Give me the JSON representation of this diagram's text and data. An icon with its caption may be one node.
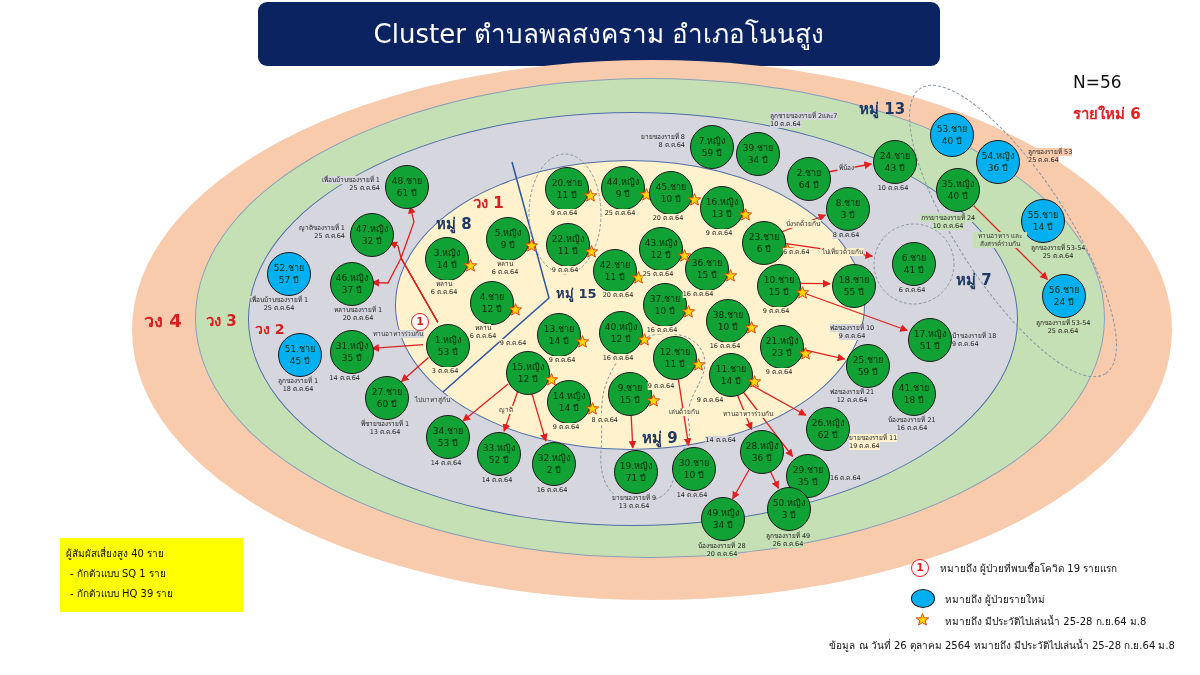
{
  "diagram": {
    "title": "Cluster ตำบลพลสงคราม อำเภอโนนสูง",
    "nodes": [
      {
        "text": [
          "วง 4"
        ]
      },
      {
        "text": [
          "วง 3"
        ],
        "in": 0
      },
      {
        "text": [
          "วง 2"
        ],
        "in": 1
      },
      {
        "text": [
          "วง 1"
        ],
        "in": 2
      },
      {
        "text": [
          "หมู่ 13"
        ],
        "in": 1
      },
      {
        "text": [
          "หมู่ 7"
        ],
        "in": 2
      },
      {
        "text": [
          "หมู่ 9"
        ],
        "in": 2
      },
      {
        "text": [
          "ผู้สัมผัสเสี่ยงสูง 40 ราย",
          "- กักตัวแบบ SQ 1 ราย",
          "- กักตัวแบบ HQ 39 ราย"
        ]
      },
      {
        "text": [
          "1.หญิง",
          "53 ปี"
        ],
        "in": 3,
        "beside": [
          "3 ต.ค.64"
        ]
      },
      {
        "text": [
          "2.ชาย",
          "64 ปี"
        ],
        "in": 3
      },
      {
        "text": [
          "3.หญิง",
          "14 ปี"
        ],
        "in": 3,
        "beside": [
          "หลาน",
          "6 ต.ค.64"
        ]
      },
      {
        "text": [
          "4.ชาย",
          "12 ปี"
        ],
        "in": 3,
        "beside": [
          "หลาน",
          "6 ต.ค.64"
        ]
      },
      {
        "text": [
          "5.หญิง",
          "9 ปี"
        ],
        "in": 3,
        "beside": [
          "หลาน",
          "6 ต.ค.64"
        ]
      },
      {
        "text": [
          "6.ชาย",
          "41 ปี"
        ],
        "in": 5,
        "beside": [
          "6 ต.ค.64"
        ]
      },
      {
        "text": [
          "7.หญิง",
          "59 ปี"
        ],
        "in": 2,
        "beside": [
          "ยายของรายที่ 8",
          "8 ต.ค.64"
        ]
      },
      {
        "text": [
          "8.ชาย",
          "3 ปี"
        ],
        "in": 2,
        "beside": [
          "8 ต.ค.64"
        ]
      },
      {
        "text": [
          "9.ชาย",
          "15 ปี"
        ],
        "beside": [
          "8 ต.ค.64"
        ]
      },
      {
        "text": [
          "10.ชาย",
          "15 ปี"
        ],
        "in": 3,
        "beside": [
          "9 ต.ค.64"
        ]
      },
      {
        "text": [
          "11.ชาย",
          "14 ปี"
        ],
        "in": 3,
        "beside": [
          "9 ต.ค.64"
        ]
      },
      {
        "text": [
          "12.ชาย",
          "11 ปี"
        ],
        "beside": [
          "9 ต.ค.64"
        ]
      },
      {
        "text": [
          "13.ชาย",
          "14 ปี"
        ],
        "in": 3,
        "beside": [
          "9 ต.ค.64"
        ]
      },
      {
        "text": [
          "14.หญิง",
          "14 ปี"
        ],
        "in": 3,
        "beside": [
          "9 ต.ค.64"
        ]
      },
      {
        "text": [
          "15.หญิง",
          "12 ปี"
        ],
        "in": 3,
        "beside": [
          "9 ต.ค.64"
        ]
      },
      {
        "text": [
          "16.หญิง",
          "13 ปี"
        ],
        "in": 3,
        "beside": [
          "9 ต.ค.64"
        ]
      },
      {
        "text": [
          "17.หญิง",
          "51 ปี"
        ],
        "in": 2,
        "beside": [
          "ป้าของรายที่ 18",
          "9 ต.ค.64"
        ]
      },
      {
        "text": [
          "18.ชาย",
          "55 ปี"
        ],
        "in": 2,
        "beside": [
          "พ่อของรายที่ 10",
          "9 ต.ค.64"
        ]
      },
      {
        "text": [
          "19.หญิง",
          "71 ปี"
        ],
        "in": 6,
        "beside": [
          "ยายของรายที่ 9",
          "13 ต.ค.64"
        ]
      },
      {
        "text": [
          "20.ชาย",
          "11 ปี"
        ],
        "in": 3,
        "beside": [
          "9 ต.ค.64"
        ]
      },
      {
        "text": [
          "21.หญิง",
          "23 ปี"
        ],
        "in": 3,
        "beside": [
          "9 ต.ค.64"
        ]
      },
      {
        "text": [
          "22.หญิง",
          "11 ปี"
        ],
        "in": 3,
        "beside": [
          "9 ต.ค.64"
        ]
      },
      {
        "text": [
          "23.ชาย",
          "6 ปี"
        ],
        "in": 3,
        "beside": [
          "6 ต.ค.64"
        ]
      },
      {
        "text": [
          "24.ชาย",
          "43 ปี"
        ],
        "in": 2,
        "beside": [
          "10 ต.ค.64"
        ]
      },
      {
        "text": [
          "25.ชาย",
          "59 ปี"
        ],
        "in": 2,
        "beside": [
          "พ่อของรายที่ 21",
          "12 ต.ค.64"
        ]
      },
      {
        "text": [
          "26.หญิง",
          "62 ปี"
        ],
        "in": 3,
        "beside": [
          "ยายของรายที่ 11",
          "19 ต.ค.64"
        ]
      },
      {
        "text": [
          "27.ชาย",
          "60 ปี"
        ],
        "in": 2,
        "beside": [
          "พี่ชายของรายที่ 1",
          "13 ต.ค.64"
        ]
      },
      {
        "text": [
          "28.หญิง",
          "36 ปี"
        ],
        "in": 2,
        "beside": [
          "14 ต.ค.64"
        ]
      },
      {
        "text": [
          "29.ชาย",
          "35 ปี"
        ],
        "in": 2,
        "beside": [
          "16 ต.ค.64"
        ]
      },
      {
        "text": [
          "30.ชาย",
          "10 ปี"
        ],
        "in": 2,
        "beside": [
          "14 ต.ค.64"
        ]
      },
      {
        "text": [
          "31.หญิง",
          "35 ปี"
        ],
        "in": 2,
        "beside": [
          "14 ต.ค.64"
        ]
      },
      {
        "text": [
          "32.หญิง",
          "2 ปี"
        ],
        "in": 2,
        "beside": [
          "16 ต.ค.64"
        ]
      },
      {
        "text": [
          "33.หญิง",
          "52 ปี"
        ],
        "in": 2,
        "beside": [
          "14 ต.ค.64"
        ]
      },
      {
        "text": [
          "34.ชาย",
          "53 ปี"
        ],
        "in": 2,
        "beside": [
          "14 ต.ค.64"
        ]
      },
      {
        "text": [
          "35.หญิง",
          "40 ปี"
        ],
        "beside": [
          "ภรรยาของรายที่ 24",
          "10 ต.ค.64"
        ]
      },
      {
        "text": [
          "36.ชาย",
          "15 ปี"
        ],
        "in": 3,
        "beside": [
          "16 ต.ค.64"
        ]
      },
      {
        "text": [
          "37.ชาย",
          "10 ปี"
        ],
        "in": 3,
        "beside": [
          "16 ต.ค.64"
        ]
      },
      {
        "text": [
          "38.ชาย",
          "10 ปี"
        ],
        "in": 3,
        "beside": [
          "16 ต.ค.64"
        ]
      },
      {
        "text": [
          "39.ชาย",
          "34 ปี"
        ],
        "in": 2,
        "beside": [
          "ลูกชายของรายที่ 2และ7",
          "10 ต.ค.64"
        ]
      },
      {
        "text": [
          "40.หญิง",
          "12 ปี"
        ],
        "in": 3,
        "beside": [
          "16 ต.ค.64"
        ]
      },
      {
        "text": [
          "41.ชาย",
          "18 ปี"
        ],
        "in": 2,
        "beside": [
          "น้องของรายที่ 21",
          "16 ต.ค.64"
        ]
      },
      {
        "text": [
          "42.ชาย",
          "11 ปี"
        ],
        "in": 3,
        "beside": [
          "20 ต.ค.64"
        ]
      },
      {
        "text": [
          "43.หญิง",
          "12 ปี"
        ],
        "in": 3,
        "beside": [
          "25 ต.ค.64"
        ]
      },
      {
        "text": [
          "44.หญิง",
          "9 ปี"
        ],
        "in": 3,
        "beside": [
          "25 ต.ค.64"
        ]
      },
      {
        "text": [
          "45.ชาย",
          "10 ปี"
        ],
        "in": 3,
        "beside": [
          "20 ต.ค.64"
        ]
      },
      {
        "text": [
          "46.หญิง",
          "37 ปี"
        ],
        "in": 2,
        "beside": [
          "หลานของรายที่ 1",
          "20 ต.ค.64"
        ]
      },
      {
        "text": [
          "47.หญิง",
          "32 ปี"
        ],
        "in": 2,
        "beside": [
          "ญาติของรายที่ 1",
          "25 ต.ค.64"
        ]
      },
      {
        "text": [
          "48.ชาย",
          "61 ปี"
        ],
        "in": 2,
        "beside": [
          "เพื่อนบ้านของรายที่ 1",
          "25 ต.ค.64"
        ]
      },
      {
        "text": [
          "49.หญิง",
          "34 ปี"
        ],
        "in": 1,
        "beside": [
          "น้องของรายที่ 28",
          "20 ต.ค.64"
        ]
      },
      {
        "text": [
          "50.หญิง",
          "3 ปี"
        ],
        "in": 1,
        "beside": [
          "ลูกของรายที่ 49",
          "26 ต.ค.64"
        ]
      },
      {
        "text": [
          "51.ชาย",
          "45 ปี"
        ],
        "in": 2,
        "beside": [
          "ลูกของรายที่ 1",
          "18 ต.ค.64"
        ]
      },
      {
        "text": [
          "52.ชาย",
          "57 ปี"
        ],
        "in": 2,
        "beside": [
          "เพื่อนบ้านของรายที่ 1",
          "25 ต.ค.64"
        ]
      },
      {
        "text": [
          "53.ชาย",
          "40 ปี"
        ]
      },
      {
        "text": [
          "54.หญิง",
          "36 ปี"
        ],
        "beside": [
          "ลูกของรายที่ 53",
          "25 ต.ค.64"
        ]
      },
      {
        "text": [
          "55.ชาย",
          "14 ปี"
        ],
        "in": 4,
        "beside": [
          "ลูกของรายที่ 53-54",
          "25 ต.ค.64"
        ]
      },
      {
        "text": [
          "56.ชาย",
          "24 ปี"
        ],
        "in": 4,
        "beside": [
          "ลูกของรายที่ 53-54",
          "25 ต.ค.64"
        ]
      }
    ],
    "edges": [
      {
        "from": 8,
        "to": 38,
        "arrow": "to",
        "label": "ทานอาหารร่วมกัน"
      },
      {
        "from": 8,
        "to": 34,
        "arrow": "to",
        "label": "ไปมาหาสู่กัน"
      },
      {
        "from": 8,
        "to": 55,
        "arrow": "to"
      },
      {
        "from": 8,
        "to": 54,
        "arrow": "to"
      },
      {
        "from": 8,
        "to": 53,
        "arrow": "to"
      },
      {
        "from": 22,
        "to": 41,
        "arrow": "to"
      },
      {
        "from": 22,
        "to": 40,
        "arrow": "to",
        "label": "ญาติ"
      },
      {
        "from": 22,
        "to": 39,
        "arrow": "to"
      },
      {
        "from": 16,
        "to": 26,
        "arrow": "to"
      },
      {
        "from": 19,
        "to": 37,
        "arrow": "to",
        "label": "เล่นด้วยกัน"
      },
      {
        "from": 18,
        "to": 33,
        "arrow": "to"
      },
      {
        "from": 18,
        "to": 35,
        "arrow": "to",
        "label": "ทานอาหารร่วมกัน"
      },
      {
        "from": 18,
        "to": 36,
        "arrow": "to"
      },
      {
        "from": 35,
        "to": 56,
        "arrow": "to"
      },
      {
        "from": 35,
        "to": 57,
        "arrow": "to"
      },
      {
        "from": 28,
        "to": 32,
        "arrow": "to"
      },
      {
        "from": 17,
        "to": 25,
        "arrow": "to"
      },
      {
        "from": 17,
        "to": 24,
        "arrow": "to"
      },
      {
        "from": 30,
        "to": 15,
        "arrow": "to",
        "label": "นั่งรถด้วยกัน"
      },
      {
        "from": 30,
        "to": 5,
        "arrow": "to",
        "label": "ไปเที่ยวด้วยกัน"
      },
      {
        "from": 9,
        "to": 31,
        "arrow": "to",
        "label": "พี่น้อง"
      },
      {
        "from": 42,
        "to": 63,
        "arrow": "to",
        "label": "ทานอาหาร และ สังสรรค์ร่วมกัน"
      }
    ],
    "labels": [
      "N=56",
      "รายใหม่ 6",
      "หมู่ 8",
      "หมู่ 15",
      "1",
      "1",
      "ข้อมูล ณ วันที่ 26 ตุลาคม 2564 หมายถึง มีประวัติไปเล่นน้ำ 25-28 ก.ย.64 ม.8"
    ],
    "legend": [
      {
        "text": "หมายถึง ผู้ป่วยที่พบเชื้อโควิด 19 รายแรก"
      },
      {
        "text": "หมายถึง ผู้ป่วยรายใหม่",
        "color": "#00b0f0"
      },
      {
        "text": "หมายถึง มีประวัติไปเล่นน้ำ 25-28 ก.ย.64 ม.8"
      }
    ]
  }
}
